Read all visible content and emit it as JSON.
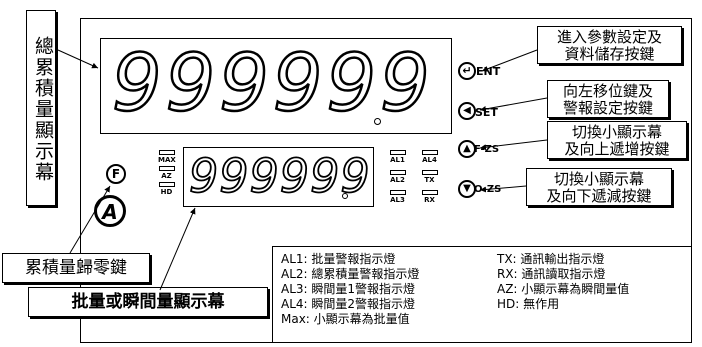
{
  "labels": {
    "total_display": "總累積量顯示幕",
    "reset_key": "累積量歸零鍵",
    "batch_display": "批量或瞬間量顯示幕"
  },
  "display": {
    "main_digits": "999999",
    "sub_digits": "999999",
    "indicators_left": [
      "MAX",
      "AZ",
      "HD"
    ],
    "indicators_right_1": [
      "AL1",
      "AL2",
      "AL3"
    ],
    "indicators_right_2": [
      "AL4",
      "TX",
      "RX"
    ]
  },
  "buttons": {
    "ent": "ENT",
    "set": "SET",
    "fzs": "F-ZS",
    "ozs": "O-ZS",
    "f_key": "F",
    "logo": "A"
  },
  "callouts": {
    "ent": [
      "進入參數設定及",
      "資料儲存按鍵"
    ],
    "set": [
      "向左移位鍵及",
      "警報設定按鍵"
    ],
    "fzs": [
      "切換小顯示幕",
      "及向上遞增按鍵"
    ],
    "ozs": [
      "切換小顯示幕",
      "及向下遞減按鍵"
    ]
  },
  "legend": [
    [
      "AL1: 批量警報指示燈",
      "TX: 通訊輸出指示燈"
    ],
    [
      "AL2: 總累積量警報指示燈",
      "RX: 通訊讀取指示燈"
    ],
    [
      "AL3: 瞬間量1警報指示燈",
      "AZ: 小顯示幕為瞬間量值"
    ],
    [
      "AL4: 瞬間量2警報指示燈",
      "HD: 無作用"
    ],
    [
      "Max: 小顯示幕為批量值",
      ""
    ]
  ]
}
